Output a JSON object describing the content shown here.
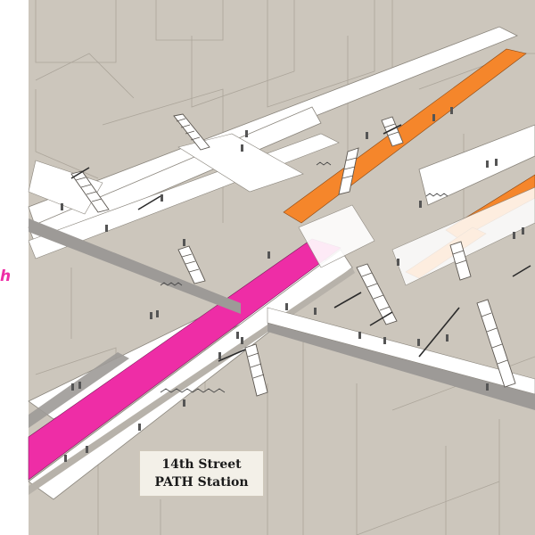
{
  "station_label": {
    "line1": "14th Street",
    "line2": "PATH Station"
  },
  "side_fragment": "h",
  "colors": {
    "background": "#ccc6bc",
    "left_margin": "#ffffff",
    "corridor": "#ffffff",
    "building_line": "#a49d92",
    "track_magenta": "#ee2da6",
    "track_orange": "#f5862b",
    "track_gray": "#9d9a97",
    "people": "#555555"
  },
  "icons": [
    "staircase-icon",
    "person-icon",
    "turnstile-icon"
  ]
}
